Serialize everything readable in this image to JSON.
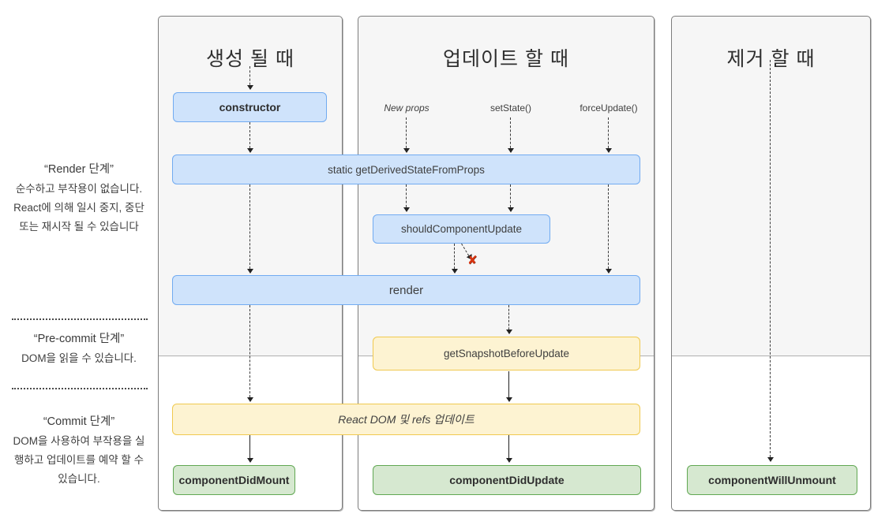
{
  "diagram_title": "React lifecycle methods diagram (Korean)",
  "sidebar": {
    "render_phase": {
      "title": "“Render 단계”",
      "body": "순수하고 부작용이 없습니다. React에 의해 일시 중지, 중단 또는 재시작 될 수 있습니다"
    },
    "precommit_phase": {
      "title": "“Pre-commit 단계”",
      "body": "DOM을 읽을 수 있습니다."
    },
    "commit_phase": {
      "title": "“Commit 단계”",
      "body": "DOM을 사용하여 부작용을 실행하고 업데이트를 예약 할 수 있습니다."
    }
  },
  "columns": {
    "mount": {
      "title": "생성 될 때"
    },
    "update": {
      "title": "업데이트 할 때",
      "triggers": [
        "New props",
        "setState()",
        "forceUpdate()"
      ]
    },
    "unmount": {
      "title": "제거 할 때"
    }
  },
  "nodes": {
    "constructor": "constructor",
    "get_derived": "static getDerivedStateFromProps",
    "should_update": "shouldComponentUpdate",
    "render": "render",
    "get_snapshot": "getSnapshotBeforeUpdate",
    "react_dom": "React DOM 및 refs 업데이트",
    "did_mount": "componentDidMount",
    "did_update": "componentDidUpdate",
    "will_unmount": "componentWillUnmount"
  },
  "icons": {
    "reject": "✘"
  },
  "colors": {
    "blue_fill": "#cfe3fb",
    "blue_border": "#71abf1",
    "yellow_fill": "#fdf3d2",
    "yellow_border": "#f0c94f",
    "green_fill": "#d6e8d0",
    "green_border": "#61a853",
    "panel_bg_render_phase": "#f6f6f6",
    "reject_x": "#d93511"
  }
}
